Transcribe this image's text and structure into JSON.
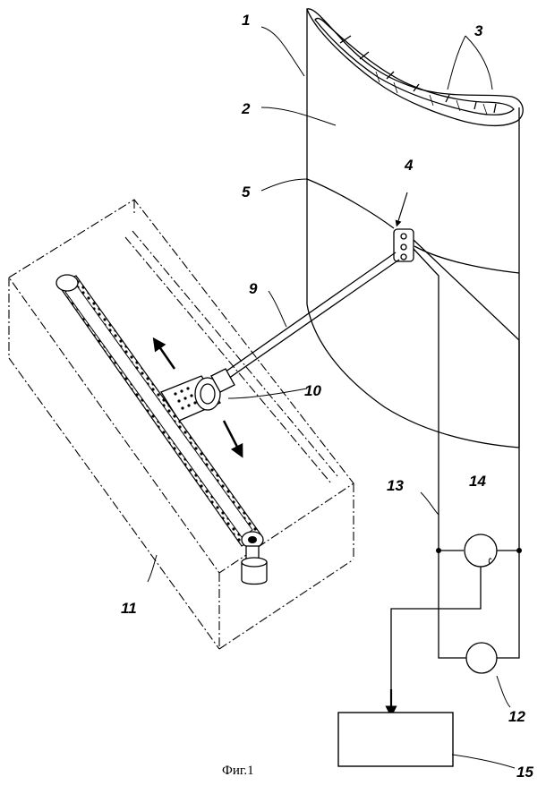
{
  "labels": {
    "l1": "1",
    "l2": "2",
    "l3": "3",
    "l4": "4",
    "l5": "5",
    "l9": "9",
    "l10": "10",
    "l11": "11",
    "l12": "12",
    "l13": "13",
    "l14": "14",
    "l15": "15"
  },
  "caption": "Фиг.1"
}
